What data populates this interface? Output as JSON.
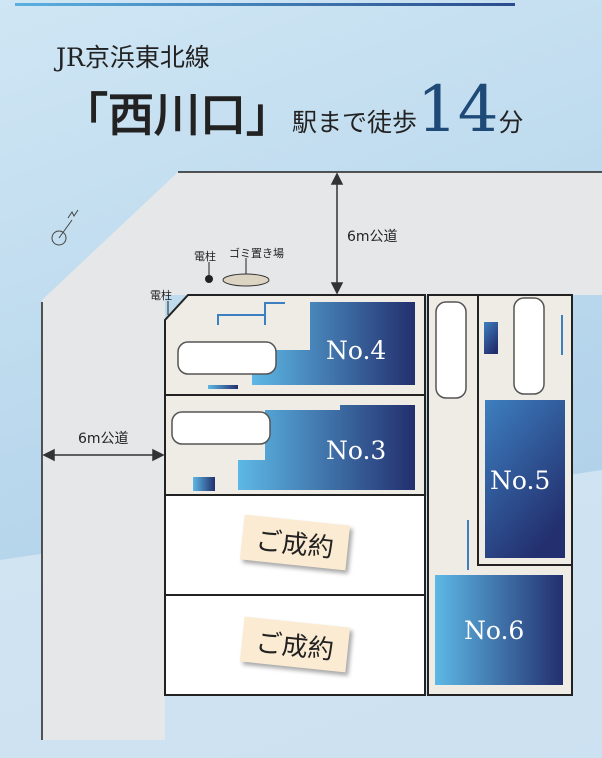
{
  "header": {
    "line": "JR京浜東北線",
    "station": "「西川口」",
    "suffix": "駅まで徒歩",
    "minutes": "14",
    "unit": "分"
  },
  "map": {
    "road_top": "6m公道",
    "road_left": "6m公道",
    "pole1": "電柱",
    "pole2": "電柱",
    "garbage": "ゴミ置き場",
    "lots": [
      {
        "label": "No.4"
      },
      {
        "label": "No.3"
      },
      {
        "label": "No.5"
      },
      {
        "label": "No.6"
      }
    ],
    "sold": [
      "ご成約",
      "ご成約"
    ]
  },
  "colors": {
    "building_light": "#5db8e6",
    "building_dark": "#232f6e",
    "road": "#e6e7e9",
    "lot": "#efebe5"
  }
}
